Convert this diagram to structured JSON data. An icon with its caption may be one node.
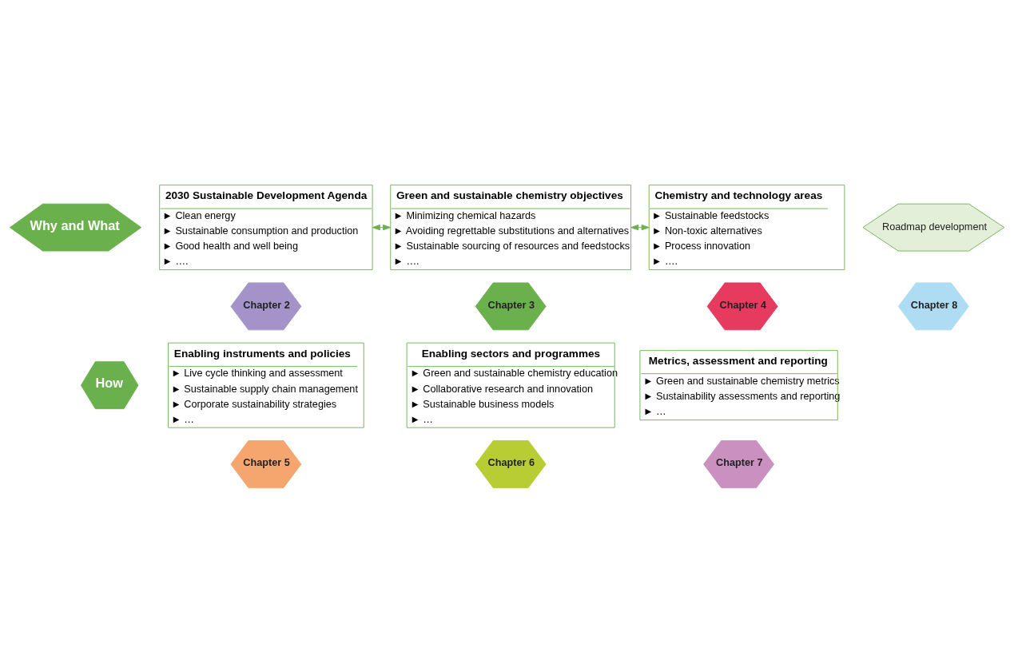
{
  "diagram": {
    "nodes": [
      {
        "text": [
          "Why and What"
        ]
      },
      {
        "text": [
          "2030 Sustainable Development Agenda",
          "► Clean energy",
          "► Sustainable consumption and production",
          "► Good health and well being",
          "► …."
        ]
      },
      {
        "text": [
          "Chapter 2"
        ]
      },
      {
        "text": [
          "Green and sustainable chemistry objectives",
          "► Minimizing chemical hazards",
          "► Avoiding regrettable substitutions and alternatives",
          "► Sustainable sourcing of resources and feedstocks",
          "► …."
        ]
      },
      {
        "text": [
          "Chapter 3"
        ]
      },
      {
        "text": [
          "Chemistry and technology areas",
          "► Sustainable feedstocks",
          "► Non-toxic alternatives",
          "► Process innovation",
          "► …."
        ]
      },
      {
        "text": [
          "Chapter 4"
        ]
      },
      {
        "text": [
          "Roadmap development"
        ]
      },
      {
        "text": [
          "Chapter 8"
        ]
      },
      {
        "text": [
          "How"
        ]
      },
      {
        "text": [
          "Enabling instruments and policies",
          "► Live cycle thinking and assessment",
          "► Sustainable supply chain management",
          "► Corporate sustainability strategies",
          "► …"
        ]
      },
      {
        "text": [
          "Chapter 5"
        ]
      },
      {
        "text": [
          "Enabling sectors and programmes",
          "► Green and sustainable chemistry education",
          "► Collaborative research and innovation",
          "► Sustainable business models",
          "► …"
        ]
      },
      {
        "text": [
          "Chapter 6"
        ]
      },
      {
        "text": [
          "Metrics, assessment and reporting",
          "► Green and sustainable chemistry metrics",
          "► Sustainability assessments and reporting",
          "► …"
        ]
      },
      {
        "text": [
          "Chapter 7"
        ]
      }
    ],
    "edges": [
      {
        "from": 1,
        "to": 3,
        "arrow": "both"
      },
      {
        "from": 3,
        "to": 5,
        "arrow": "both"
      }
    ]
  }
}
